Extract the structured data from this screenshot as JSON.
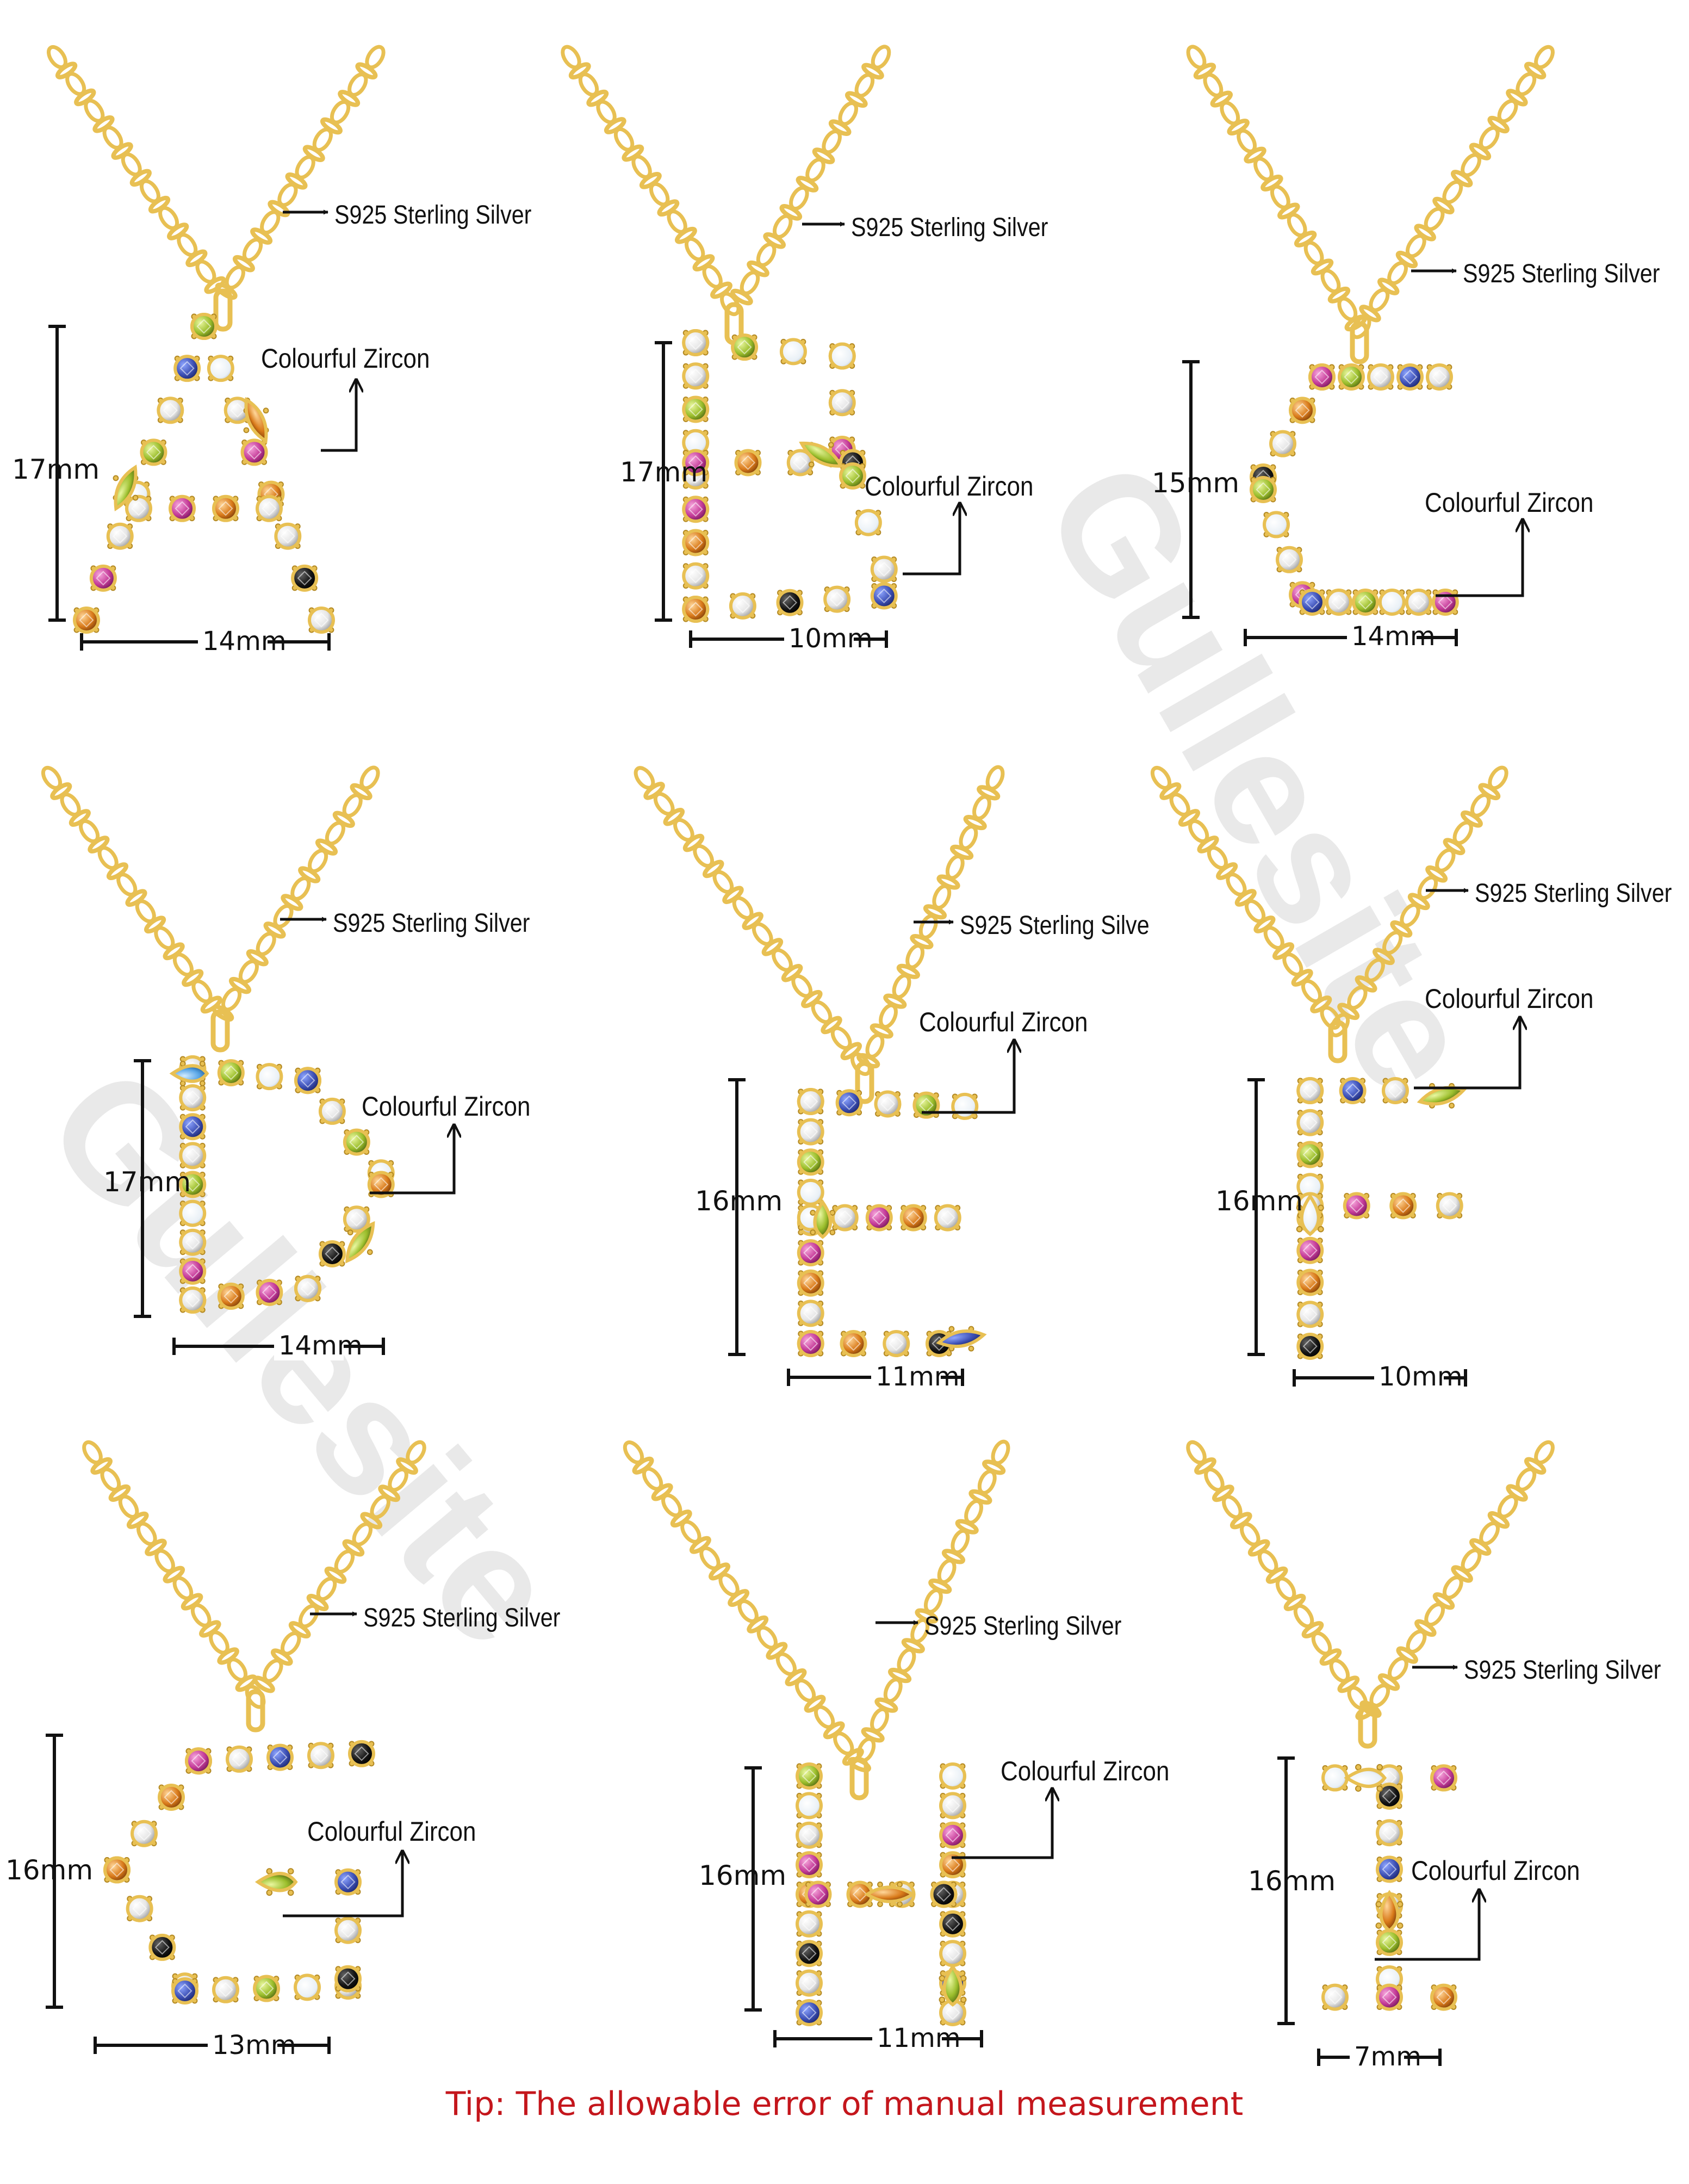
{
  "watermark": "Gullesite",
  "tip": "Tip: The allowable error of manual measurement",
  "colors": {
    "chain": "#e8c053",
    "tip_text": "#c4161c",
    "watermark": "#d8d8d8",
    "annotation": "#111111"
  },
  "panels": [
    {
      "letter": "A",
      "material_label": "S925 Sterling Silver",
      "stone_label": "Colourful Zircon",
      "height": "17mm",
      "width": "14mm"
    },
    {
      "letter": "B",
      "material_label": "S925 Sterling Silver",
      "stone_label": "Colourful Zircon",
      "height": "17mm",
      "width": "10mm"
    },
    {
      "letter": "C",
      "material_label": "S925 Sterling Silver",
      "stone_label": "Colourful Zircon",
      "height": "15mm",
      "width": "14mm"
    },
    {
      "letter": "D",
      "material_label": "S925 Sterling Silver",
      "stone_label": "Colourful Zircon",
      "height": "17mm",
      "width": "14mm"
    },
    {
      "letter": "E",
      "material_label": "S925 Sterling Silve",
      "stone_label": "Colourful Zircon",
      "height": "16mm",
      "width": "11mm"
    },
    {
      "letter": "F",
      "material_label": "S925 Sterling Silver",
      "stone_label": "Colourful Zircon",
      "height": "16mm",
      "width": "10mm"
    },
    {
      "letter": "G",
      "material_label": "S925 Sterling Silver",
      "stone_label": "Colourful Zircon",
      "height": "16mm",
      "width": "13mm"
    },
    {
      "letter": "H",
      "material_label": "S925 Sterling Silver",
      "stone_label": "Colourful Zircon",
      "height": "16mm",
      "width": "11mm"
    },
    {
      "letter": "I",
      "material_label": "S925 Sterling Silver",
      "stone_label": "Colourful Zircon",
      "height": "16mm",
      "width": "7mm"
    }
  ]
}
